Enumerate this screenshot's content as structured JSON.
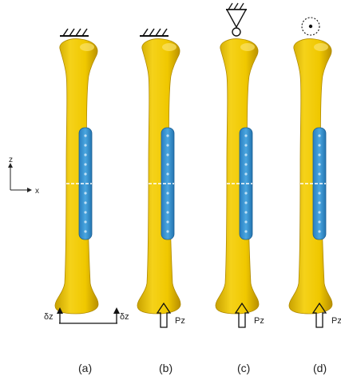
{
  "axes": {
    "z_label": "z",
    "x_label": "x"
  },
  "panels": [
    {
      "id": "a",
      "caption": "(a)",
      "top_support": "fixed",
      "bottom_condition": "displacement",
      "bottom_labels": {
        "left": "δz",
        "right": "δz"
      }
    },
    {
      "id": "b",
      "caption": "(b)",
      "top_support": "fixed",
      "bottom_condition": "force",
      "bottom_labels": {
        "force": "Pz"
      }
    },
    {
      "id": "c",
      "caption": "(c)",
      "top_support": "pinned",
      "bottom_condition": "force",
      "bottom_labels": {
        "force": "Pz"
      }
    },
    {
      "id": "d",
      "caption": "(d)",
      "top_support": "free",
      "bottom_condition": "force",
      "bottom_labels": {
        "force": "Pz"
      }
    }
  ],
  "colors": {
    "bone": "#f0c800",
    "bone_shade": "#c9a200",
    "plate": "#2f8fd0",
    "plate_edge": "#1c5f95",
    "line": "#111111"
  }
}
